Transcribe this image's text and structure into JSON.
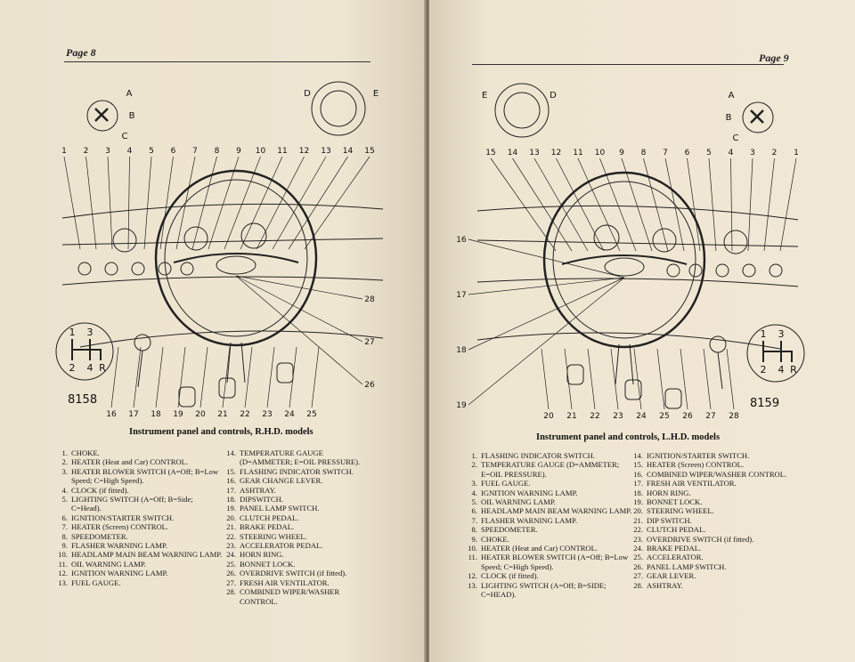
{
  "left_page": {
    "page_number": "Page 8",
    "figure_number": "8158",
    "caption": "Instrument panel and controls, R.H.D. models",
    "callouts_top": [
      "1",
      "2",
      "3",
      "4",
      "5",
      "6",
      "7",
      "8",
      "9",
      "10",
      "11",
      "12",
      "13",
      "14",
      "15"
    ],
    "callouts_bottom": [
      "16",
      "17",
      "18",
      "19",
      "20",
      "21",
      "22",
      "23",
      "24",
      "25"
    ],
    "callouts_side": [
      "26",
      "27",
      "28"
    ],
    "switch_labels": [
      "A",
      "B",
      "C"
    ],
    "gauge_labels": [
      "D",
      "E"
    ],
    "gear_pattern": [
      "1",
      "3",
      "2",
      "4",
      "R"
    ],
    "legend_col1": [
      {
        "n": "1.",
        "t": "CHOKE."
      },
      {
        "n": "2.",
        "t": "HEATER (Heat and Car) CONTROL."
      },
      {
        "n": "3.",
        "t": "HEATER BLOWER SWITCH (A=Off; B=Low Speed; C=High Speed)."
      },
      {
        "n": "4.",
        "t": "CLOCK (if fitted)."
      },
      {
        "n": "5.",
        "t": "LIGHTING SWITCH (A=Off; B=Side; C=Head)."
      },
      {
        "n": "6.",
        "t": "IGNITION/STARTER SWITCH."
      },
      {
        "n": "7.",
        "t": "HEATER (Screen) CONTROL."
      },
      {
        "n": "8.",
        "t": "SPEEDOMETER."
      },
      {
        "n": "9.",
        "t": "FLASHER WARNING LAMP."
      },
      {
        "n": "10.",
        "t": "HEADLAMP MAIN BEAM WARNING LAMP."
      },
      {
        "n": "11.",
        "t": "OIL WARNING LAMP."
      },
      {
        "n": "12.",
        "t": "IGNITION WARNING LAMP."
      },
      {
        "n": "13.",
        "t": "FUEL GAUGE."
      }
    ],
    "legend_col2": [
      {
        "n": "14.",
        "t": "TEMPERATURE GAUGE (D=AMMETER; E=OIL PRESSURE)."
      },
      {
        "n": "15.",
        "t": "FLASHING INDICATOR SWITCH."
      },
      {
        "n": "16.",
        "t": "GEAR CHANGE LEVER."
      },
      {
        "n": "17.",
        "t": "ASHTRAY."
      },
      {
        "n": "18.",
        "t": "DIPSWITCH."
      },
      {
        "n": "19.",
        "t": "PANEL LAMP SWITCH."
      },
      {
        "n": "20.",
        "t": "CLUTCH PEDAL."
      },
      {
        "n": "21.",
        "t": "BRAKE PEDAL."
      },
      {
        "n": "22.",
        "t": "STEERING WHEEL."
      },
      {
        "n": "23.",
        "t": "ACCELERATOR PEDAL."
      },
      {
        "n": "24.",
        "t": "HORN RING."
      },
      {
        "n": "25.",
        "t": "BONNET LOCK."
      },
      {
        "n": "26.",
        "t": "OVERDRIVE SWITCH (if fitted)."
      },
      {
        "n": "27.",
        "t": "FRESH AIR VENTILATOR."
      },
      {
        "n": "28.",
        "t": "COMBINED WIPER/WASHER CONTROL."
      }
    ]
  },
  "right_page": {
    "page_number": "Page 9",
    "figure_number": "8159",
    "caption": "Instrument panel and controls, L.H.D. models",
    "callouts_top": [
      "1",
      "2",
      "3",
      "4",
      "5",
      "6",
      "7",
      "8",
      "9",
      "10",
      "11",
      "12",
      "13",
      "14",
      "15"
    ],
    "callouts_bottom": [
      "20",
      "21",
      "22",
      "23",
      "24",
      "25",
      "26",
      "27",
      "28"
    ],
    "callouts_side": [
      "16",
      "17",
      "18",
      "19"
    ],
    "switch_labels": [
      "A",
      "B",
      "C"
    ],
    "gauge_labels": [
      "D",
      "E"
    ],
    "gear_pattern": [
      "1",
      "3",
      "2",
      "4",
      "R"
    ],
    "legend_col1": [
      {
        "n": "1.",
        "t": "FLASHING INDICATOR SWITCH."
      },
      {
        "n": "2.",
        "t": "TEMPERATURE GAUGE (D=AMMETER; E=OIL PRESSURE)."
      },
      {
        "n": "3.",
        "t": "FUEL GAUGE."
      },
      {
        "n": "4.",
        "t": "IGNITION WARNING LAMP."
      },
      {
        "n": "5.",
        "t": "OIL WARNING LAMP."
      },
      {
        "n": "6.",
        "t": "HEADLAMP MAIN BEAM WARNING LAMP."
      },
      {
        "n": "7.",
        "t": "FLASHER WARNING LAMP."
      },
      {
        "n": "8.",
        "t": "SPEEDOMETER."
      },
      {
        "n": "9.",
        "t": "CHOKE."
      },
      {
        "n": "10.",
        "t": "HEATER (Heat and Car) CONTROL."
      },
      {
        "n": "11.",
        "t": "HEATER BLOWER SWITCH (A=Off; B=Low Speed; C=High Speed)."
      },
      {
        "n": "12.",
        "t": "CLOCK (if fitted)."
      },
      {
        "n": "13.",
        "t": "LIGHTING SWITCH (A=Off; B=SIDE; C=HEAD)."
      }
    ],
    "legend_col2": [
      {
        "n": "14.",
        "t": "IGNITION/STARTER SWITCH."
      },
      {
        "n": "15.",
        "t": "HEATER (Screen) CONTROL."
      },
      {
        "n": "16.",
        "t": "COMBINED WIPER/WASHER CONTROL."
      },
      {
        "n": "17.",
        "t": "FRESH AIR VENTILATOR."
      },
      {
        "n": "18.",
        "t": "HORN RING."
      },
      {
        "n": "19.",
        "t": "BONNET LOCK."
      },
      {
        "n": "20.",
        "t": "STEERING WHEEL."
      },
      {
        "n": "21.",
        "t": "DIP SWITCH."
      },
      {
        "n": "22.",
        "t": "CLUTCH PEDAL."
      },
      {
        "n": "23.",
        "t": "OVERDRIVE SWITCH (if fitted)."
      },
      {
        "n": "24.",
        "t": "BRAKE PEDAL."
      },
      {
        "n": "25.",
        "t": "ACCELERATOR."
      },
      {
        "n": "26.",
        "t": "PANEL LAMP SWITCH."
      },
      {
        "n": "27.",
        "t": "GEAR LEVER."
      },
      {
        "n": "28.",
        "t": "ASHTRAY."
      }
    ]
  }
}
